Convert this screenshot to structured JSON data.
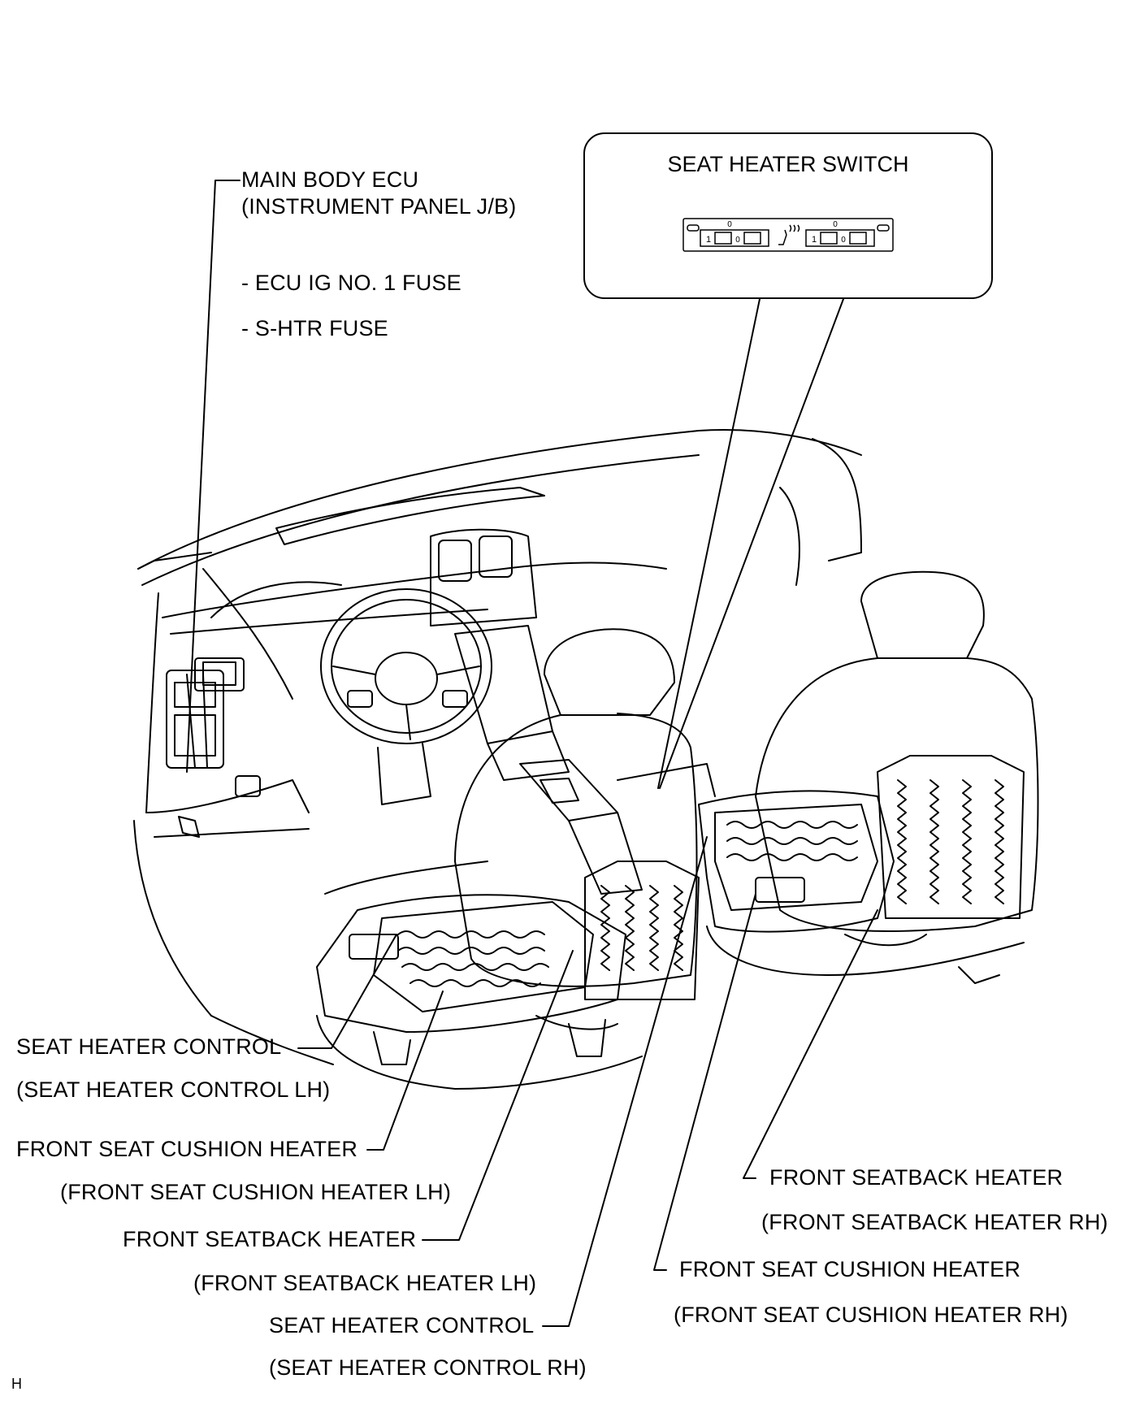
{
  "labels": {
    "main_body_ecu": "MAIN BODY ECU",
    "main_body_ecu_sub": "(INSTRUMENT PANEL J/B)",
    "fuse_1": "- ECU IG NO. 1 FUSE",
    "fuse_2": "- S-HTR FUSE",
    "seat_heater_switch": "SEAT HEATER SWITCH",
    "seat_heater_control_lh": "SEAT HEATER CONTROL",
    "seat_heater_control_lh_sub": "(SEAT HEATER CONTROL LH)",
    "front_seat_cushion_heater_lh": "FRONT SEAT CUSHION HEATER",
    "front_seat_cushion_heater_lh_sub": "(FRONT SEAT CUSHION HEATER LH)",
    "front_seatback_heater_lh": "FRONT SEATBACK HEATER",
    "front_seatback_heater_lh_sub": "(FRONT SEATBACK HEATER LH)",
    "seat_heater_control_rh": "SEAT HEATER CONTROL",
    "seat_heater_control_rh_sub": "(SEAT HEATER CONTROL RH)",
    "front_seatback_heater_rh": "FRONT SEATBACK HEATER",
    "front_seatback_heater_rh_sub": "(FRONT SEATBACK HEATER RH)",
    "front_seat_cushion_heater_rh": "FRONT SEAT CUSHION HEATER",
    "front_seat_cushion_heater_rh_sub": "(FRONT SEAT CUSHION HEATER RH)"
  },
  "switch_marks": {
    "left_top": "0",
    "left_1": "1",
    "left_0": "0",
    "right_top": "0",
    "right_1": "1",
    "right_0": "0"
  },
  "figure_code": "H",
  "icons": [
    "seat-heater-icon"
  ],
  "colors": {
    "line": "#000000",
    "background": "#ffffff"
  }
}
